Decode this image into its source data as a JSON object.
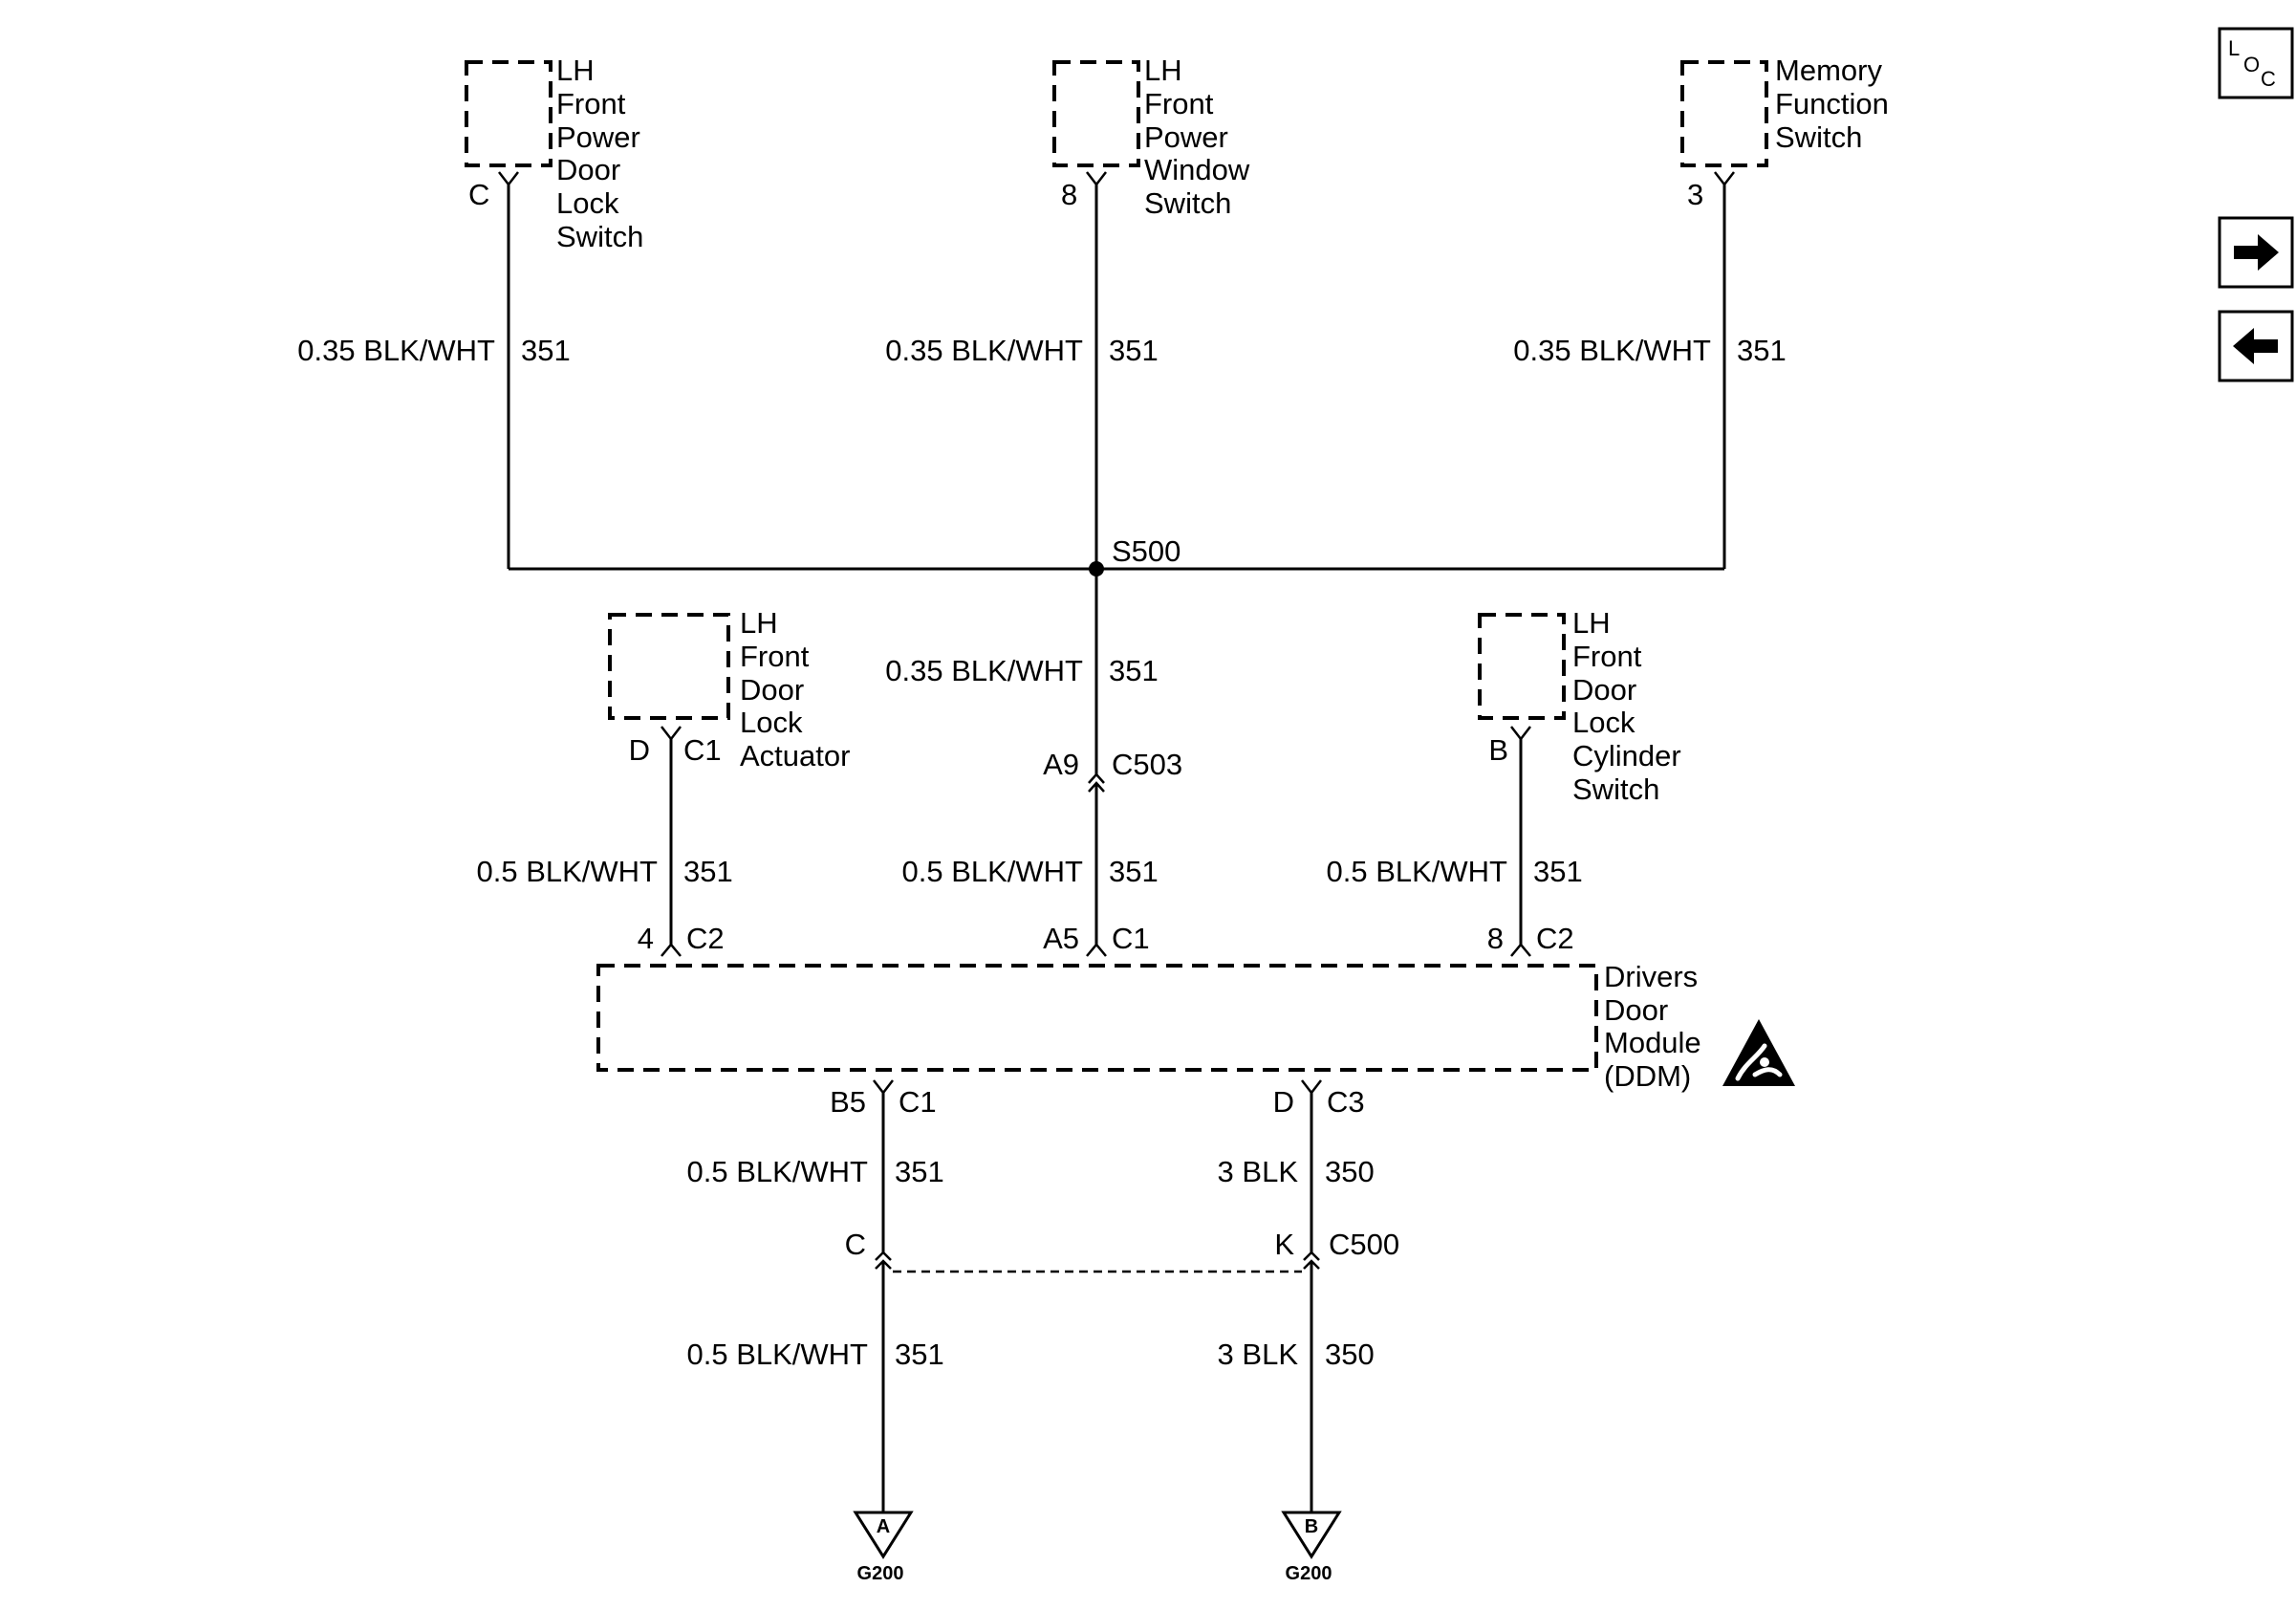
{
  "components": {
    "door_lock_switch": [
      "LH",
      "Front",
      "Power",
      "Door",
      "Lock",
      "Switch"
    ],
    "window_switch": [
      "LH",
      "Front",
      "Power",
      "Window",
      "Switch"
    ],
    "memory_switch": [
      "Memory",
      "Function",
      "Switch"
    ],
    "door_lock_actuator": [
      "LH",
      "Front",
      "Door",
      "Lock",
      "Actuator"
    ],
    "lock_cylinder_switch": [
      "LH",
      "Front",
      "Door",
      "Lock",
      "Cylinder",
      "Switch"
    ],
    "ddm": [
      "Drivers",
      "Door",
      "Module",
      "(DDM)"
    ]
  },
  "pins": {
    "lock_switch": "C",
    "window_switch": "8",
    "memory_switch": "3",
    "actuator_pin": "D",
    "actuator_conn": "C1",
    "a9": "A9",
    "c503": "C503",
    "cyl_pin": "B",
    "ddm_4": "4",
    "ddm_c2_left": "C2",
    "ddm_a5": "A5",
    "ddm_c1_mid": "C1",
    "ddm_8": "8",
    "ddm_c2_right": "C2",
    "ddm_b5": "B5",
    "ddm_c1_bottom": "C1",
    "ddm_d": "D",
    "ddm_c3": "C3",
    "c500_c": "C",
    "c500_k": "K",
    "c500": "C500"
  },
  "wires": {
    "w1_color": "0.35 BLK/WHT",
    "w1_circuit": "351",
    "w2_color": "0.35 BLK/WHT",
    "w2_circuit": "351",
    "w3_color": "0.35 BLK/WHT",
    "w3_circuit": "351",
    "w4_color": "0.35 BLK/WHT",
    "w4_circuit": "351",
    "w5_color": "0.5 BLK/WHT",
    "w5_circuit": "351",
    "w6_color": "0.5 BLK/WHT",
    "w6_circuit": "351",
    "w7_color": "0.5 BLK/WHT",
    "w7_circuit": "351",
    "w8_color": "0.5 BLK/WHT",
    "w8_circuit": "351",
    "w9_color": "3 BLK",
    "w9_circuit": "350",
    "w10_color": "0.5 BLK/WHT",
    "w10_circuit": "351",
    "w11_color": "3 BLK",
    "w11_circuit": "350"
  },
  "splice": "S500",
  "grounds": {
    "left_letter": "A",
    "left_name": "G200",
    "right_letter": "B",
    "right_name": "G200"
  },
  "nav": {
    "loc_l": "L",
    "loc_o": "O",
    "loc_c": "C",
    "forward_icon": "right-arrow-icon",
    "back_icon": "left-arrow-icon"
  }
}
